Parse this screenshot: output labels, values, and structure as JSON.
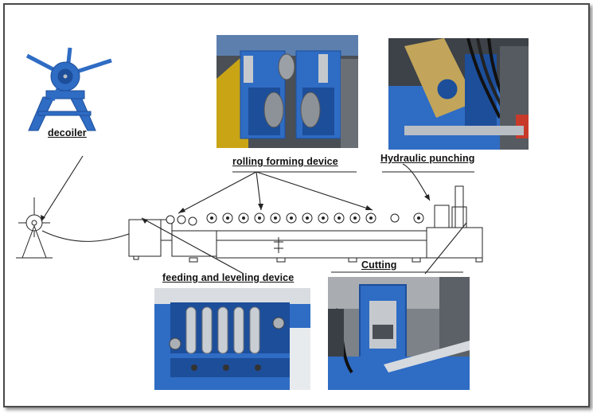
{
  "labels": {
    "decoiler": "decoiler",
    "rolling_forming": "rolling forming device",
    "hydraulic_punching": "Hydraulic punching",
    "feeding_leveling": "feeding and leveling device",
    "cutting": "Cutting"
  },
  "colors": {
    "machine_blue": "#2f6cc4",
    "dark_blue": "#1d4e9a",
    "steel": "#b9bec4",
    "line": "#222222"
  }
}
